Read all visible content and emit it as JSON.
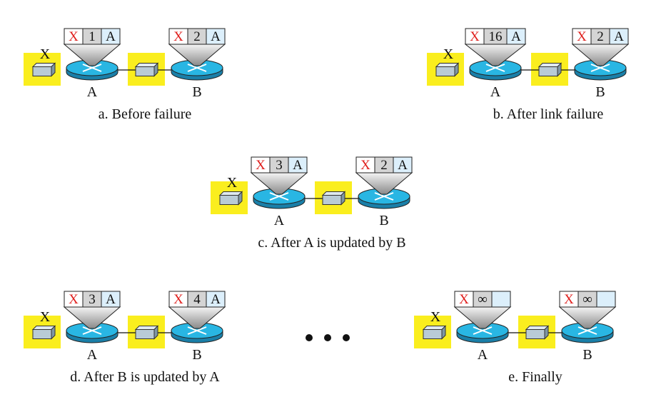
{
  "colors": {
    "net_highlight": "#FAEE1E",
    "router": "#29B6E3",
    "x_mark": "#E0201E",
    "cell_dest": "#FFFFFF",
    "cell_cost": "#D4D4D4",
    "cell_next": "#DCEFFB",
    "switch_fill": "#B9CBD6"
  },
  "panels": [
    {
      "caption": "a. Before failure",
      "routers": [
        {
          "label": "A",
          "entry": {
            "dest": "X",
            "cost": "1",
            "next": "A"
          }
        },
        {
          "label": "B",
          "entry": {
            "dest": "X",
            "cost": "2",
            "next": "A"
          }
        }
      ],
      "failed_mark": "X"
    },
    {
      "caption": "b. After link failure",
      "routers": [
        {
          "label": "A",
          "entry": {
            "dest": "X",
            "cost": "16",
            "next": "A"
          }
        },
        {
          "label": "B",
          "entry": {
            "dest": "X",
            "cost": "2",
            "next": "A"
          }
        }
      ],
      "failed_mark": "X"
    },
    {
      "caption": "c. After A is updated by B",
      "routers": [
        {
          "label": "A",
          "entry": {
            "dest": "X",
            "cost": "3",
            "next": "A"
          }
        },
        {
          "label": "B",
          "entry": {
            "dest": "X",
            "cost": "2",
            "next": "A"
          }
        }
      ],
      "failed_mark": "X"
    },
    {
      "caption": "d. After B is updated by A",
      "routers": [
        {
          "label": "A",
          "entry": {
            "dest": "X",
            "cost": "3",
            "next": "A"
          }
        },
        {
          "label": "B",
          "entry": {
            "dest": "X",
            "cost": "4",
            "next": "A"
          }
        }
      ],
      "failed_mark": "X"
    },
    {
      "caption": "e. Finally",
      "routers": [
        {
          "label": "A",
          "entry": {
            "dest": "X",
            "cost": "∞",
            "next": ""
          }
        },
        {
          "label": "B",
          "entry": {
            "dest": "X",
            "cost": "∞",
            "next": ""
          }
        }
      ],
      "failed_mark": "X"
    }
  ]
}
